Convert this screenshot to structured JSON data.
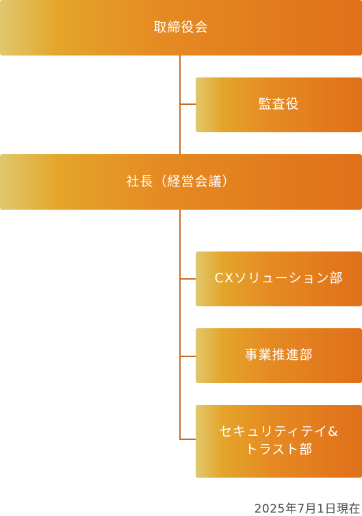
{
  "board": {
    "label": "取締役会"
  },
  "auditor": {
    "label": "監査役"
  },
  "president": {
    "label": "社長（経営会議）"
  },
  "departments": [
    {
      "label": "CXソリューション部"
    },
    {
      "label": "事業推進部"
    },
    {
      "label": "セキュリティテイ&\nトラスト部"
    }
  ],
  "as_of_date": "2025年7月1日現在",
  "colors": {
    "gradient_start": "#e0c86e",
    "gradient_mid": "#e4a52a",
    "gradient_end": "#e0701a",
    "connector": "#c96a25"
  }
}
